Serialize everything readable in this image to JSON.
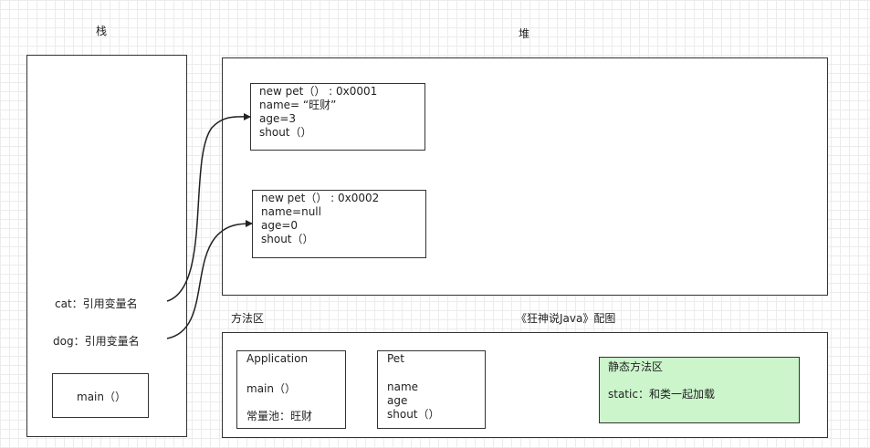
{
  "labels": {
    "stack": "栈",
    "heap": "堆",
    "method_area": "方法区",
    "caption": "《狂神说Java》配图"
  },
  "stack": {
    "cat": "cat：引用变量名",
    "dog": "dog：引用变量名",
    "main": "main（）"
  },
  "heap": {
    "obj1": {
      "header": "new pet（）   :   0x0001",
      "name": "name= “旺财”",
      "age": "age=3",
      "shout": "shout（）"
    },
    "obj2": {
      "header": "new pet（）   :   0x0002",
      "name": "name=null",
      "age": "age=0",
      "shout": "shout（）"
    }
  },
  "method_area": {
    "application": {
      "title": "Application",
      "main": "main（）",
      "pool": "常量池：旺财"
    },
    "pet": {
      "title": "Pet",
      "name": "name",
      "age": "age",
      "shout": "shout（）"
    },
    "static_area": {
      "title": "静态方法区",
      "desc": "static：和类一起加载",
      "fill": "#ccf5cc"
    }
  }
}
